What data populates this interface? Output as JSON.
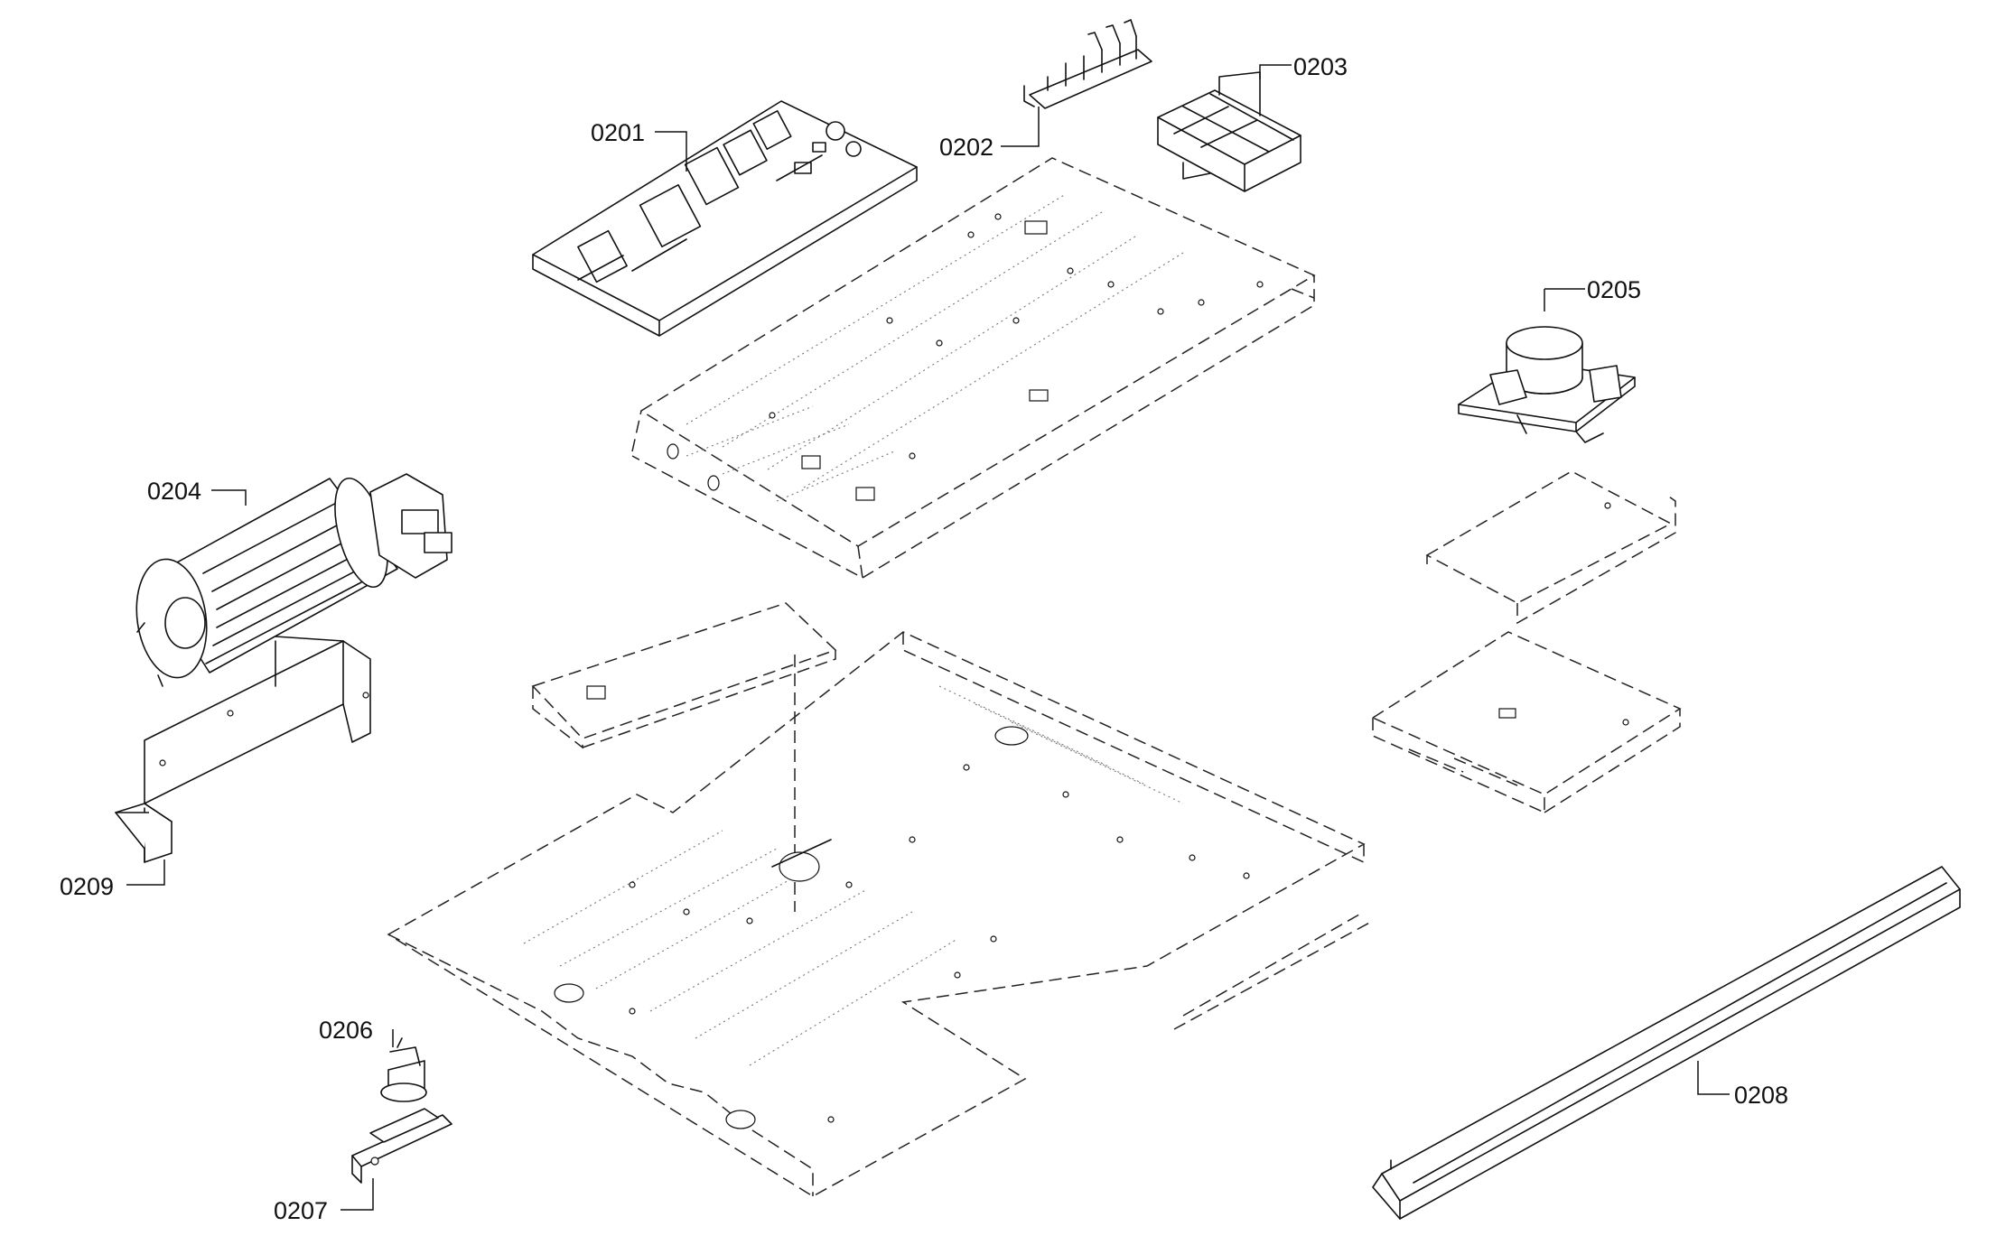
{
  "callouts": [
    {
      "id": "0201"
    },
    {
      "id": "0202"
    },
    {
      "id": "0203"
    },
    {
      "id": "0204"
    },
    {
      "id": "0205"
    },
    {
      "id": "0206"
    },
    {
      "id": "0207"
    },
    {
      "id": "0208"
    },
    {
      "id": "0209"
    }
  ]
}
